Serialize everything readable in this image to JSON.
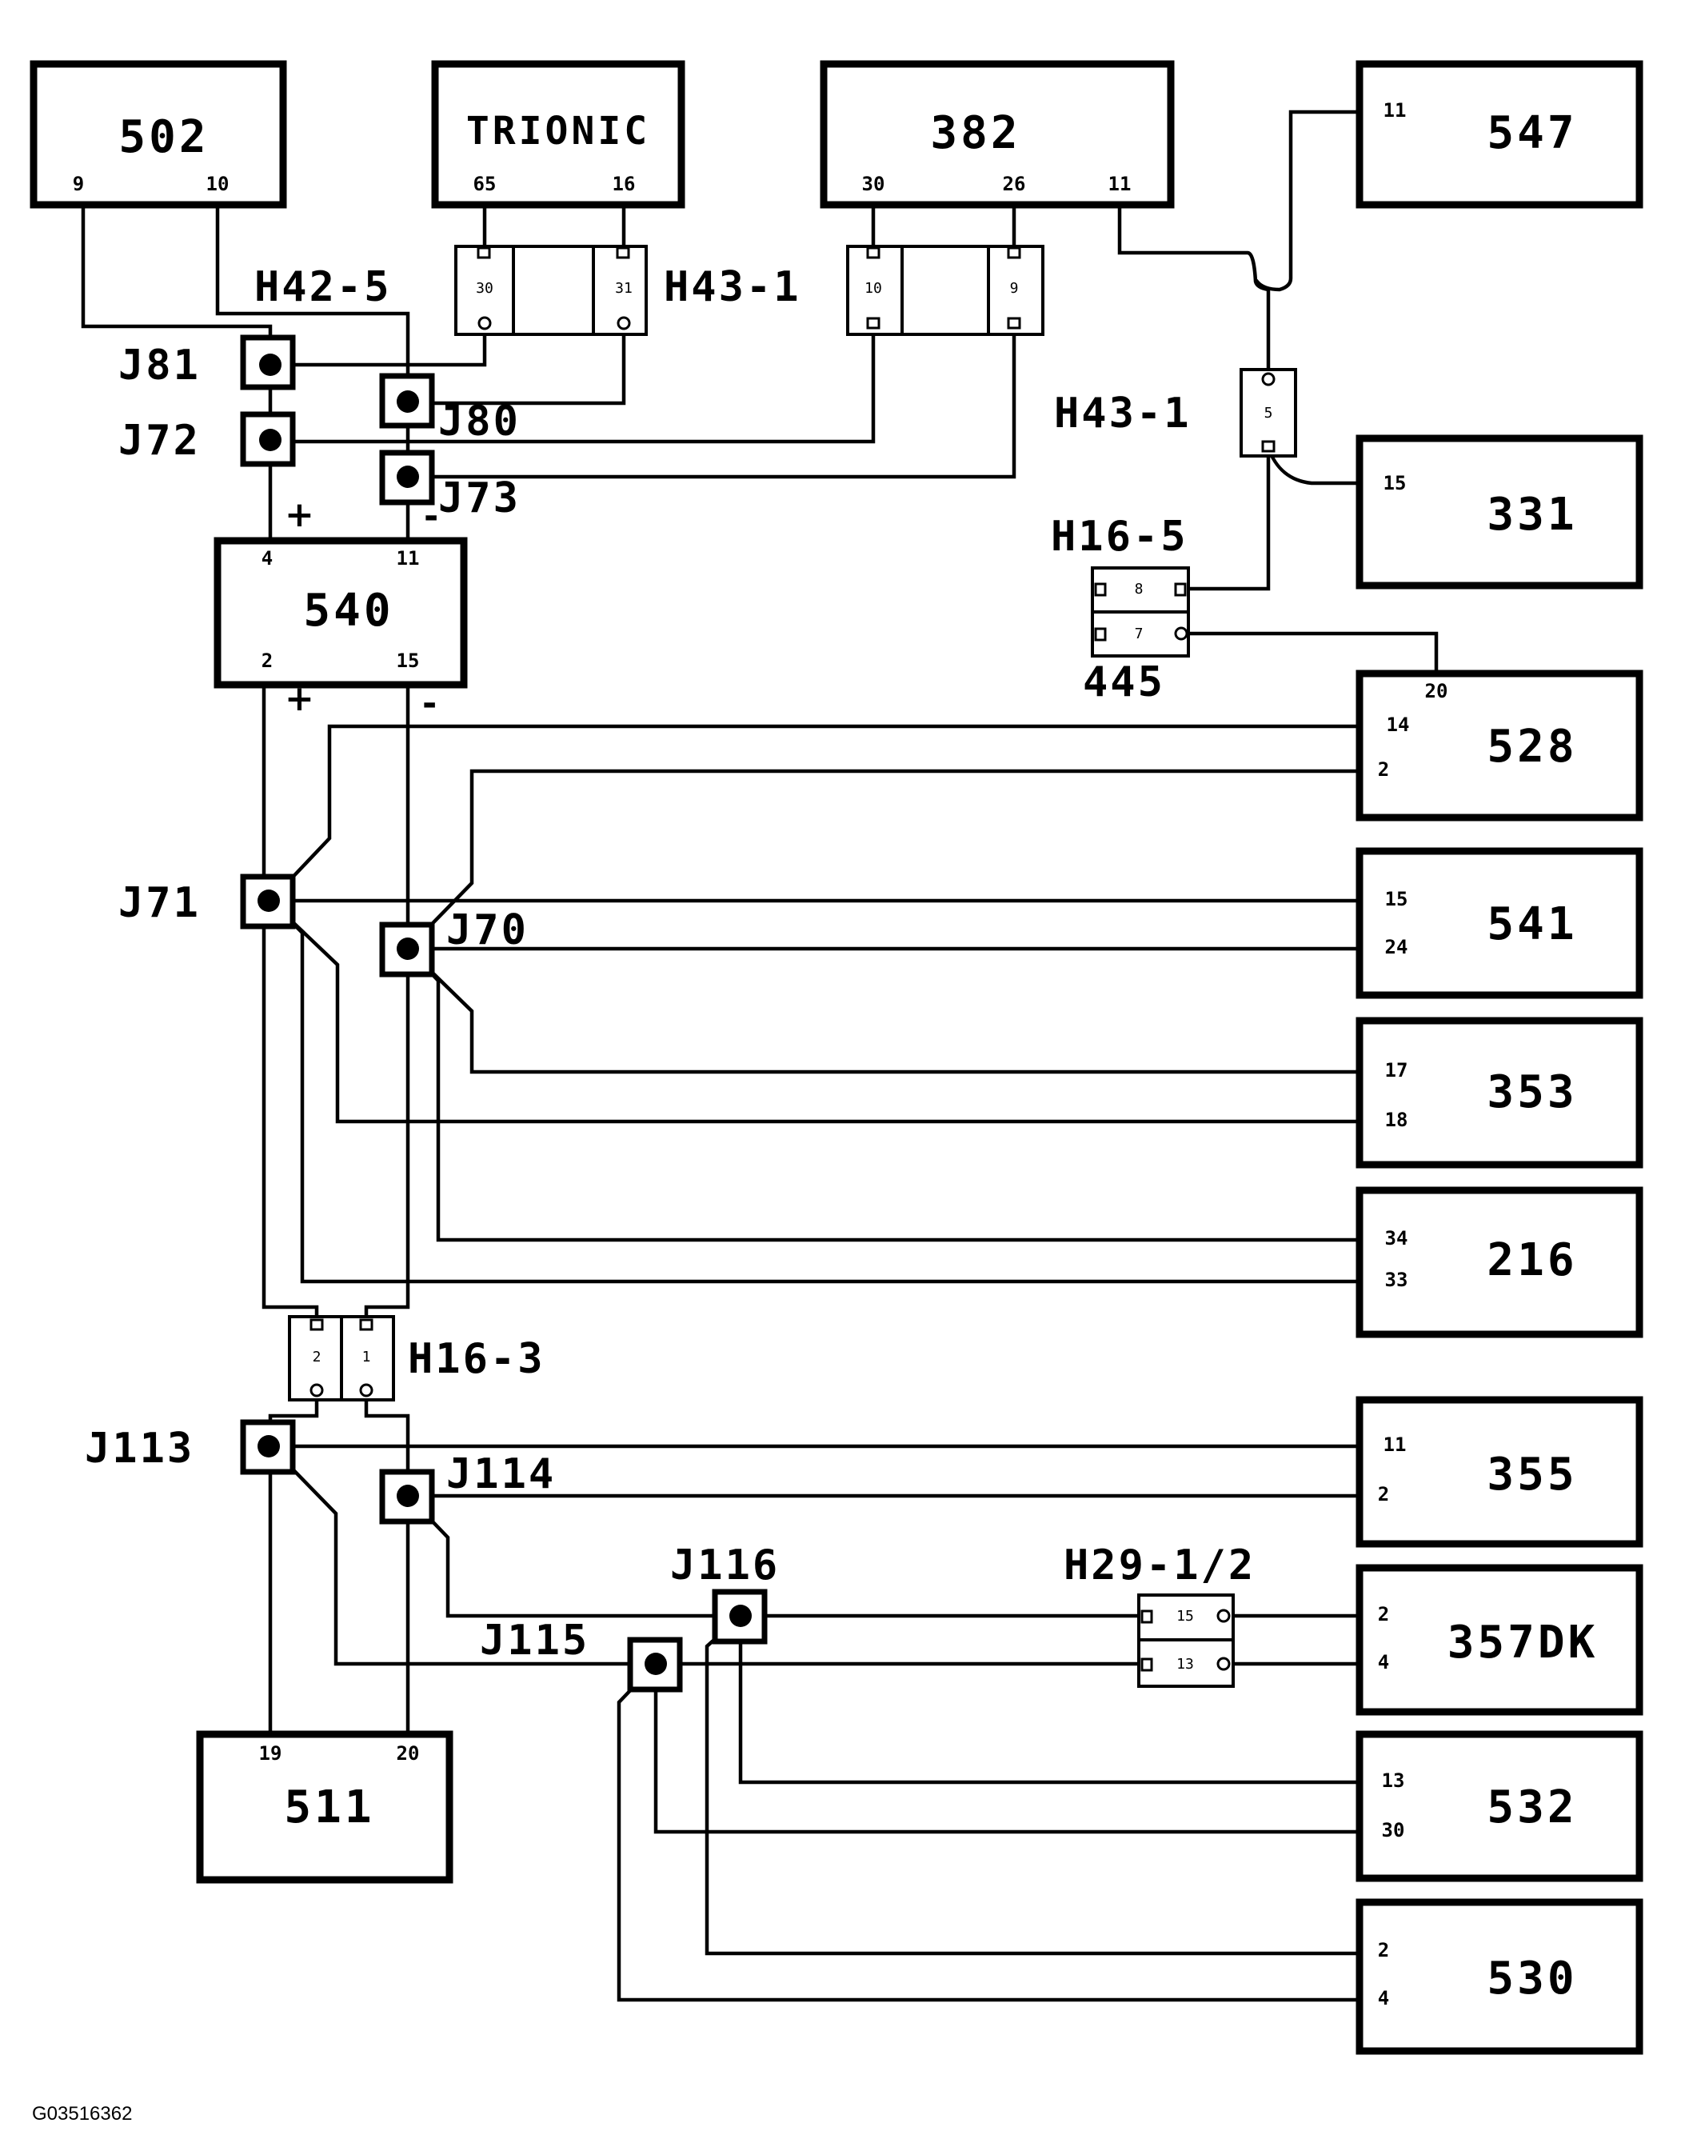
{
  "components": {
    "c502": {
      "label": "502",
      "pin_left": "9",
      "pin_right": "10"
    },
    "trionic": {
      "label": "TRIONIC",
      "pin_left": "65",
      "pin_right": "16"
    },
    "c382": {
      "label": "382",
      "pin_a": "30",
      "pin_b": "26",
      "pin_c": "11"
    },
    "c547": {
      "label": "547",
      "pin": "11"
    },
    "c331": {
      "label": "331",
      "pin": "15"
    },
    "c540": {
      "label": "540",
      "pin_tl": "4",
      "pin_tr": "11",
      "pin_bl": "2",
      "pin_br": "15"
    },
    "c528": {
      "label": "528",
      "pin_top": "20",
      "pin_1": "14",
      "pin_2": "2"
    },
    "c541": {
      "label": "541",
      "pin_1": "15",
      "pin_2": "24"
    },
    "c353": {
      "label": "353",
      "pin_1": "17",
      "pin_2": "18"
    },
    "c216": {
      "label": "216",
      "pin_1": "34",
      "pin_2": "33"
    },
    "c355": {
      "label": "355",
      "pin_1": "11",
      "pin_2": "2"
    },
    "c357": {
      "label": "357DK",
      "pin_1": "2",
      "pin_2": "4"
    },
    "c511": {
      "label": "511",
      "pin_left": "19",
      "pin_right": "20"
    },
    "c532": {
      "label": "532",
      "pin_1": "13",
      "pin_2": "30"
    },
    "c530": {
      "label": "530",
      "pin_1": "2",
      "pin_2": "4"
    }
  },
  "connectors": {
    "h42_5": {
      "label": "H42-5",
      "pin_a": "30",
      "pin_b": "31"
    },
    "h43_1_top": {
      "label": "H43-1",
      "pin_a": "10",
      "pin_b": "9"
    },
    "h43_1_right": {
      "label": "H43-1",
      "pin": "5"
    },
    "h16_5": {
      "label": "H16-5",
      "sub_label": "445",
      "pin_a": "8",
      "pin_b": "7"
    },
    "h16_3": {
      "label": "H16-3",
      "pin_a": "2",
      "pin_b": "1"
    },
    "h29": {
      "label": "H29-1/2",
      "pin_a": "15",
      "pin_b": "13"
    }
  },
  "junctions": {
    "j81": "J81",
    "j80": "J80",
    "j72": "J72",
    "j73": "J73",
    "j71": "J71",
    "j70": "J70",
    "j113": "J113",
    "j114": "J114",
    "j116": "J116",
    "j115": "J115"
  },
  "signs": {
    "plus": "+",
    "minus": "-"
  },
  "reference": "G03516362"
}
